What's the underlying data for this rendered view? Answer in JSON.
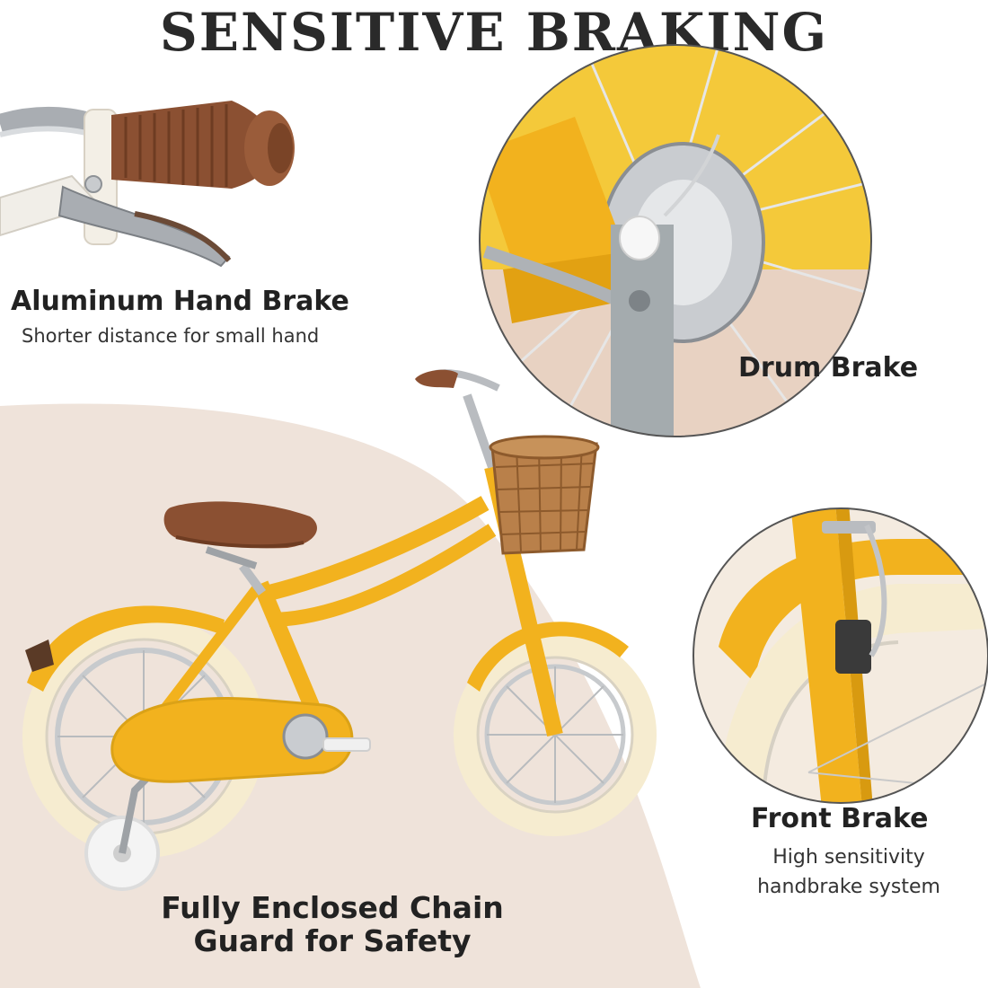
{
  "title": "SENSITIVE BRAKING",
  "hand_brake": {
    "title": "Aluminum Hand Brake",
    "subtitle": "Shorter distance for small hand"
  },
  "drum_brake": {
    "title": "Drum Brake"
  },
  "front_brake": {
    "title": "Front Brake",
    "subtitle_line1": "High sensitivity",
    "subtitle_line2": "handbrake system"
  },
  "chain_guard": {
    "line1": "Fully Enclosed Chain",
    "line2": "Guard for Safety"
  },
  "colors": {
    "frame": "#f2b21e",
    "tire": "#f6ecd0",
    "leather": "#8b5032",
    "background_shape": "#efe3da",
    "chrome": "#b9bcc0"
  },
  "icons": [
    "hand-brake-photo",
    "drum-brake-photo",
    "front-brake-photo",
    "bicycle-photo"
  ]
}
